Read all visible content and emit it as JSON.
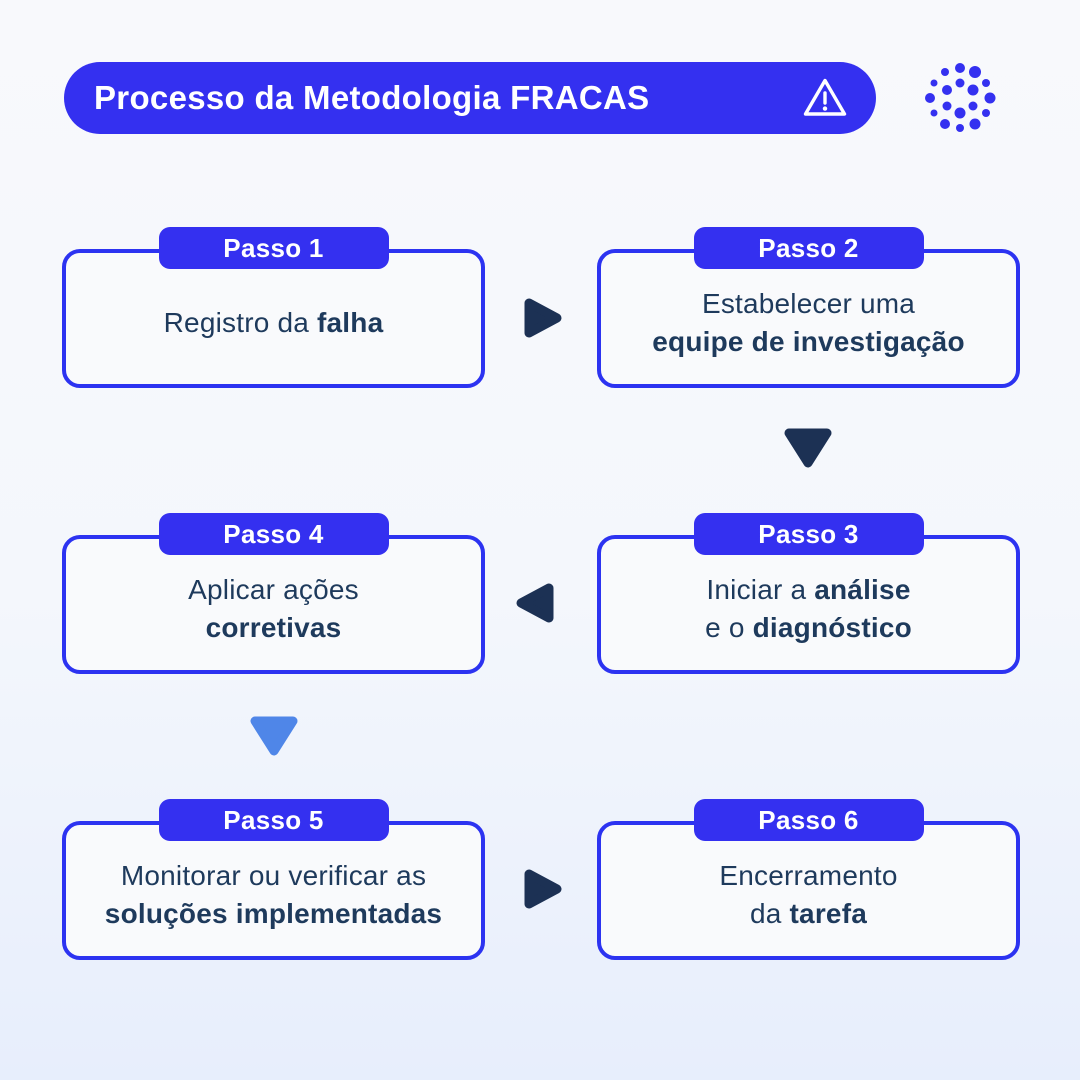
{
  "header": {
    "title": "Processo da Metodologia FRACAS",
    "warning_icon": "warning-triangle-icon"
  },
  "logo": {
    "name": "dots-circle-logo"
  },
  "steps": [
    {
      "label": "Passo 1",
      "lines": [
        [
          {
            "t": "Registro da ",
            "b": false
          },
          {
            "t": "falha",
            "b": true
          }
        ]
      ]
    },
    {
      "label": "Passo 2",
      "lines": [
        [
          {
            "t": "Estabelecer uma",
            "b": false
          }
        ],
        [
          {
            "t": "equipe de investigação",
            "b": true
          }
        ]
      ]
    },
    {
      "label": "Passo 3",
      "lines": [
        [
          {
            "t": "Iniciar a ",
            "b": false
          },
          {
            "t": "análise",
            "b": true
          }
        ],
        [
          {
            "t": "e o ",
            "b": false
          },
          {
            "t": "diagnóstico",
            "b": true
          }
        ]
      ]
    },
    {
      "label": "Passo 4",
      "lines": [
        [
          {
            "t": "Aplicar ações",
            "b": false
          }
        ],
        [
          {
            "t": "corretivas",
            "b": true
          }
        ]
      ]
    },
    {
      "label": "Passo 5",
      "lines": [
        [
          {
            "t": "Monitorar ou verificar as",
            "b": false
          }
        ],
        [
          {
            "t": "soluções implementadas",
            "b": true
          }
        ]
      ]
    },
    {
      "label": "Passo 6",
      "lines": [
        [
          {
            "t": "Encerramento",
            "b": false
          }
        ],
        [
          {
            "t": "da ",
            "b": false
          },
          {
            "t": "tarefa",
            "b": true
          }
        ]
      ]
    }
  ],
  "arrows": [
    {
      "id": "arrow-step1-to-step2",
      "direction": "right",
      "color": "#1c3154"
    },
    {
      "id": "arrow-step2-to-step3",
      "direction": "down",
      "color": "#1c3154"
    },
    {
      "id": "arrow-step3-to-step4",
      "direction": "left",
      "color": "#1c3154"
    },
    {
      "id": "arrow-step4-to-step5",
      "direction": "down",
      "color": "#4f86e8"
    },
    {
      "id": "arrow-step5-to-step6",
      "direction": "right",
      "color": "#1c3154"
    }
  ],
  "colors": {
    "primary": "#3430f0",
    "border": "#2c33f1",
    "navy": "#1e3a5c",
    "arrow-navy": "#1c3154",
    "arrow-light": "#4f86e8",
    "boxbg": "#f9fafc",
    "bg-top": "#f8f9fc",
    "bg-bottom": "#e7eefc"
  }
}
